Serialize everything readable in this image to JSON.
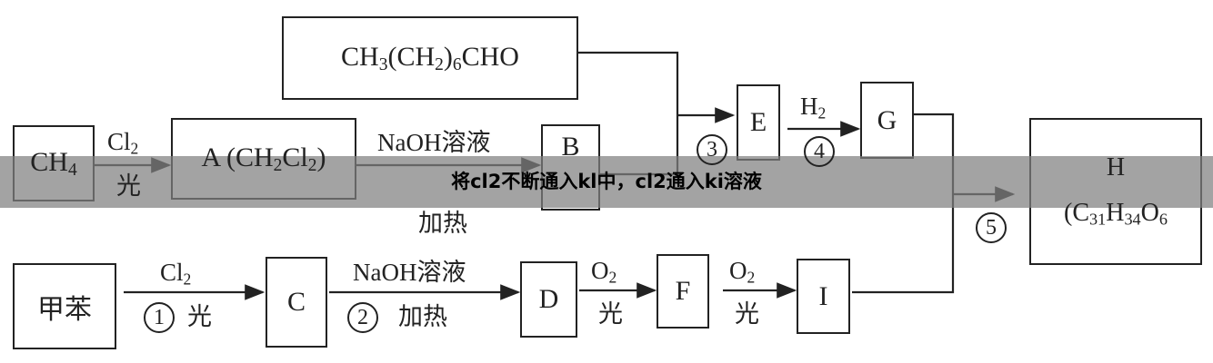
{
  "diagram": {
    "top_reagent": "CH3(CH2)6CHO",
    "ch4": "CH4",
    "a": "A (CH2Cl2)",
    "b": "B",
    "e": "E",
    "g": "G",
    "h": "H",
    "h_formula": "(C31H34O6",
    "toluene": "甲苯",
    "c": "C",
    "d": "D",
    "f": "F",
    "i": "I",
    "cl2": "Cl2",
    "light": "光",
    "naoh": "NaOH溶液",
    "heat": "加热",
    "h2": "H2",
    "o2": "O2",
    "step1": "1",
    "step2": "2",
    "step3": "3",
    "step4": "4",
    "step5": "5"
  },
  "banner": {
    "text": "将cl2不断通入kl中，cl2通入ki溶液"
  }
}
